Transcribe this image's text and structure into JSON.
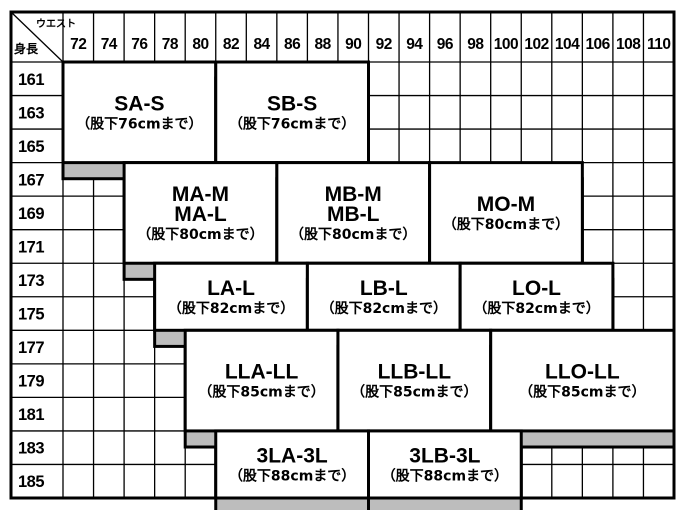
{
  "chart_data": {
    "type": "table",
    "corner": {
      "column_header": "ウエスト",
      "row_header": "身長"
    },
    "columns": [
      "72",
      "74",
      "76",
      "78",
      "80",
      "82",
      "84",
      "86",
      "88",
      "90",
      "92",
      "94",
      "96",
      "98",
      "100",
      "102",
      "104",
      "106",
      "108",
      "110"
    ],
    "rows": [
      "161",
      "163",
      "165",
      "167",
      "169",
      "171",
      "173",
      "175",
      "177",
      "179",
      "181",
      "183",
      "185"
    ],
    "sizes": [
      {
        "lines": [
          "SA-S"
        ],
        "note": "（股下76cmまで）",
        "waist": [
          72,
          80
        ],
        "height": [
          161,
          165
        ]
      },
      {
        "lines": [
          "SB-S"
        ],
        "note": "（股下76cmまで）",
        "waist": [
          82,
          90
        ],
        "height": [
          161,
          165
        ]
      },
      {
        "lines": [
          "MA-M",
          "MA-L"
        ],
        "note": "（股下80cmまで）",
        "waist": [
          76,
          84
        ],
        "height": [
          167,
          171
        ]
      },
      {
        "lines": [
          "MB-M",
          "MB-L"
        ],
        "note": "（股下80cmまで）",
        "waist": [
          86,
          94
        ],
        "height": [
          167,
          171
        ]
      },
      {
        "lines": [
          "MO-M"
        ],
        "note": "（股下80cmまで）",
        "waist": [
          96,
          104
        ],
        "height": [
          167,
          171
        ]
      },
      {
        "lines": [
          "LA-L"
        ],
        "note": "（股下82cmまで）",
        "waist": [
          78,
          86
        ],
        "height": [
          173,
          175
        ]
      },
      {
        "lines": [
          "LB-L"
        ],
        "note": "（股下82cmまで）",
        "waist": [
          88,
          96
        ],
        "height": [
          173,
          175
        ]
      },
      {
        "lines": [
          "LO-L"
        ],
        "note": "（股下82cmまで）",
        "waist": [
          98,
          106
        ],
        "height": [
          173,
          175
        ]
      },
      {
        "lines": [
          "LLA-LL"
        ],
        "note": "（股下85cmまで）",
        "waist": [
          80,
          88
        ],
        "height": [
          177,
          181
        ]
      },
      {
        "lines": [
          "LLB-LL"
        ],
        "note": "（股下85cmまで）",
        "waist": [
          90,
          98
        ],
        "height": [
          177,
          181
        ]
      },
      {
        "lines": [
          "LLO-LL"
        ],
        "note": "（股下85cmまで）",
        "waist": [
          100,
          110
        ],
        "height": [
          177,
          181
        ]
      },
      {
        "lines": [
          "3LA-3L"
        ],
        "note": "（股下88cmまで）",
        "waist": [
          82,
          90
        ],
        "height": [
          183,
          185
        ]
      },
      {
        "lines": [
          "3LB-3L"
        ],
        "note": "（股下88cmまで）",
        "waist": [
          92,
          100
        ],
        "height": [
          183,
          185
        ]
      }
    ]
  }
}
